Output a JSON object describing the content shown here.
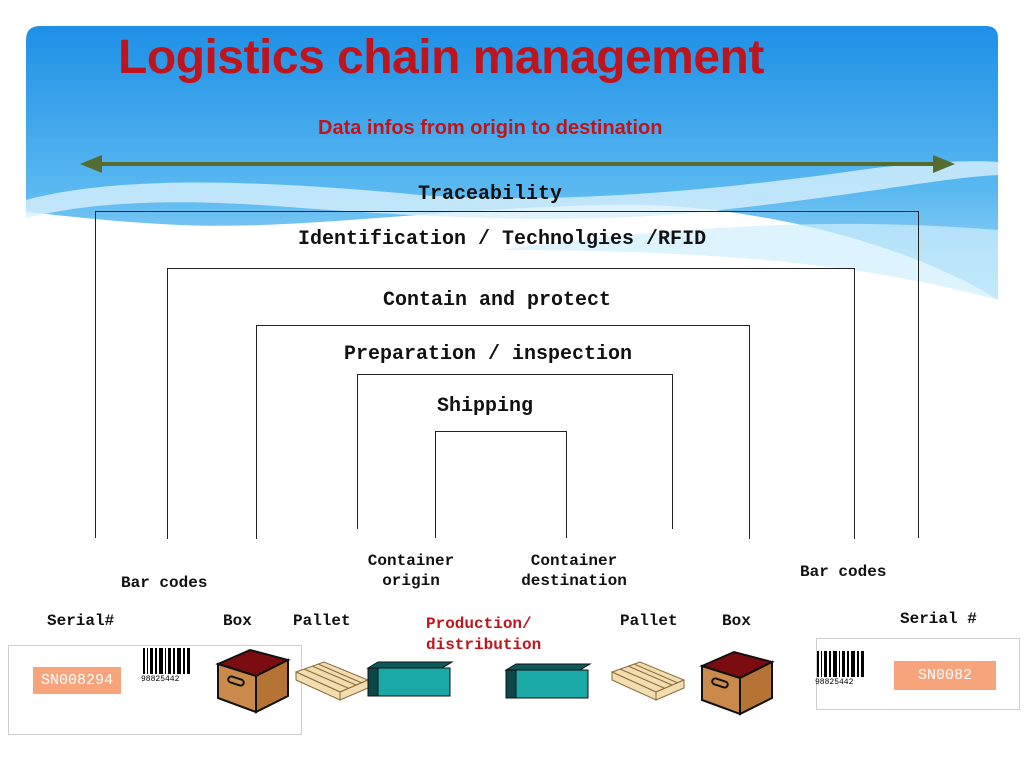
{
  "slide": {
    "title": "Logistics chain management",
    "subtitle": "Data infos from origin to destination",
    "arrow_color": "#556b2f",
    "accent_red": "#c0141c"
  },
  "layers": [
    "Traceability",
    "Identification / Technolgies /RFID",
    "Contain and protect",
    "Preparation / inspection",
    "Shipping"
  ],
  "bottom": {
    "container_origin": "Container\norigin",
    "container_destination": "Container\ndestination",
    "bar_codes_left": "Bar codes",
    "bar_codes_right": "Bar codes",
    "serial_left": "Serial#",
    "serial_right": "Serial #",
    "box_left": "Box",
    "box_right": "Box",
    "pallet_left": "Pallet",
    "pallet_right": "Pallet",
    "production": "Production/\ndistribution",
    "sn_left": "SN008294",
    "sn_right": "SN0082",
    "barcode_number": "98825442"
  }
}
